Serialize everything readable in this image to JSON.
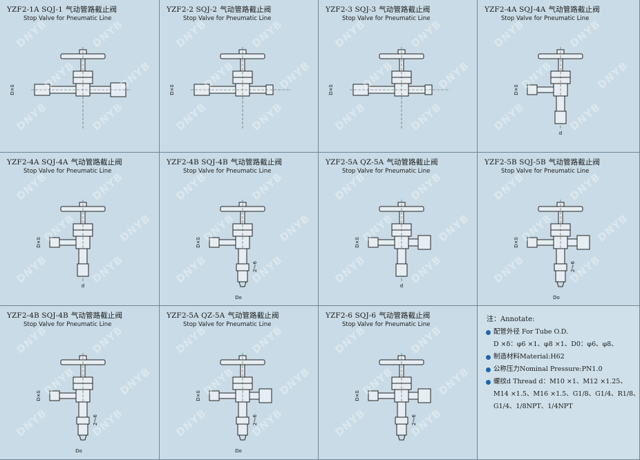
{
  "panels": [
    {
      "model": "YZF2-1A SQJ-1",
      "cn": "气动管路截止阀",
      "subtitle": "Stop Valve for Pneumatic Line",
      "dims": [
        "D×δ"
      ]
    },
    {
      "model": "YZF2-2 SQJ-2",
      "cn": "气动管路截止阀",
      "subtitle": "Stop Valve for Pneumatic Line",
      "dims": [
        "D×δ"
      ]
    },
    {
      "model": "YZF2-3 SQJ-3",
      "cn": "气动管路截止阀",
      "subtitle": "Stop Valve for Pneumatic Line",
      "dims": [
        "D×δ"
      ]
    },
    {
      "model": "YZF2-4A SQJ-4A",
      "cn": "气动管路截止阀",
      "subtitle": "Stop Valve for Pneumatic Line",
      "dims": [
        "D×δ",
        "d"
      ]
    },
    {
      "model": "YZF2-4A SQJ-4A",
      "cn": "气动管路截止阀",
      "subtitle": "Stop Valve for Pneumatic Line",
      "dims": [
        "D×δ",
        "d"
      ]
    },
    {
      "model": "YZF2-4B SQJ-4B",
      "cn": "气动管路截止阀",
      "subtitle": "Stop Valve for Pneumatic Line",
      "dims": [
        "D×δ",
        "2～6",
        "Do"
      ]
    },
    {
      "model": "YZF2-5A QZ-5A",
      "cn": "气动管路截止阀",
      "subtitle": "Stop Valve for Pneumatic Line",
      "dims": [
        "D×δ",
        "d"
      ]
    },
    {
      "model": "YZF2-5B SQJ-5B",
      "cn": "气动管路截止阀",
      "subtitle": "Stop Valve for Pneumatic Line",
      "dims": [
        "D×δ",
        "2～6",
        "Do"
      ]
    },
    {
      "model": "YZF2-4B SQJ-4B",
      "cn": "气动管路截止阀",
      "subtitle": "Stop Valve for Pneumatic Line",
      "dims": [
        "D×δ",
        "2～6",
        "Do"
      ]
    },
    {
      "model": "YZF2-5A QZ-5A",
      "cn": "气动管路截止阀",
      "subtitle": "Stop Valve for Pneumatic Line",
      "dims": [
        "D×δ",
        "2～6",
        "Do"
      ]
    },
    {
      "model": "YZF2-6 SQJ-6",
      "cn": "气动管路截止阀",
      "subtitle": "Stop Valve for Pneumatic Line",
      "dims": [
        "D×δ",
        "2～6"
      ]
    }
  ],
  "notes": {
    "heading": "注：Annotate:",
    "tube_label": "配管外径 For Tube O.D.",
    "tube_values": "D ×δ：φ6 ×1、φ8 ×1、D0：φ6、φ8、",
    "material": "制造材料Material:H62",
    "pressure": "公称压力Nominal Pressure:PN1.0",
    "thread_1": "螺纹d Thread d：M10 ×1、M12 ×1.25、",
    "thread_2": "M14 ×1.5、M16 ×1.5、G1/8、G1/4、R1/8、",
    "thread_3": "G1/4、1/8NPT、1/4NPT"
  },
  "watermark": "DNYB",
  "colors": {
    "background": "#c9dbe6",
    "grid": "#6f8593",
    "ink": "#1a1a1a",
    "bullet": "#1f66a8"
  }
}
